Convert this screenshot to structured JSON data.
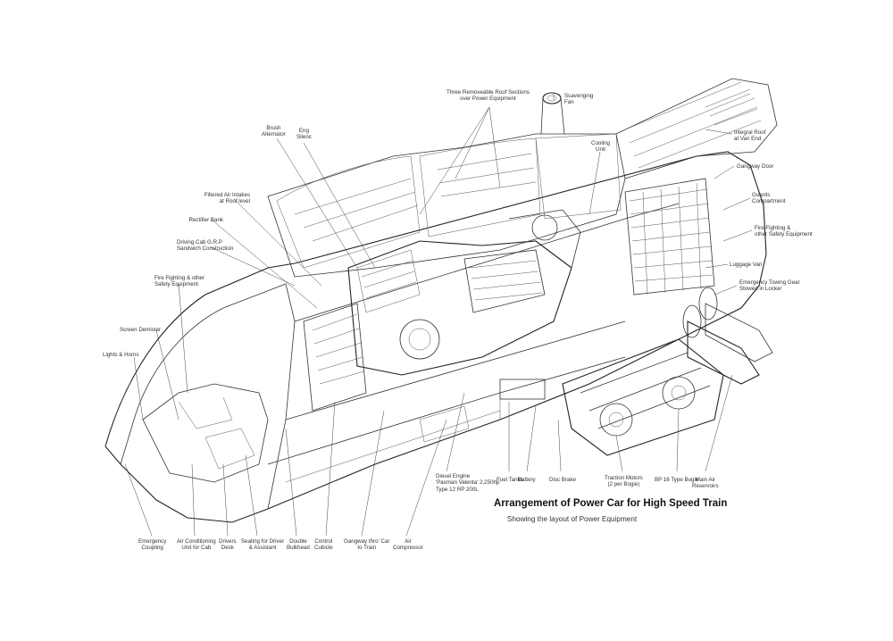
{
  "title": "Arrangement of Power Car for High Speed Train",
  "subtitle": "Showing the layout of Power Equipment",
  "labels": {
    "roof_sections": "Three Removeable Roof Sections\nover Power Equipment",
    "scavenging_fan": "Scavenging\nFan",
    "brush_alternator": "Brush\nAlternator",
    "eng_silenc": "Eng\nSilenc",
    "cooling_unit": "Cooling\nUnit",
    "integral_roof": "Integral Roof\nat Van End",
    "gangway_door": "Gangway Door",
    "guards_compartment": "Guards\nCompartment",
    "fire_fighting_right": "Fire Fighting &\nother Safety Equipment",
    "luggage_van": "Luggage Van",
    "towing_gear": "Emergency Towing Gear\nStowed in Locker",
    "filtered_air": "Filtered Air Intakes\nat Roof level",
    "rectifier_bank": "Rectifier Bank",
    "driving_cab": "Driving Cab G.R.P\nSandwich Construction",
    "fire_fighting_left": "Fire Fighting & other\nSafety Equipment",
    "screen_demister": "Screen Demister",
    "lights_horns": "Lights & Horns",
    "emergency_coupling": "Emergency\nCoupling",
    "air_conditioning": "Air Conditioning\nUnit for Cab",
    "drivers_desk": "Drivers\nDesk",
    "seating": "Seating for Driver\n& Assistant",
    "double_bulkhead": "Double\nBulkhead",
    "control_cubicle": "Control\nCubicle",
    "gangway_thro": "Gangway thro' Car\nto Train",
    "air_compressor": "Air\nCompressor",
    "diesel_engine": "Diesel Engine\n'Paxman Valenta' 2,250hp\nType 12 RP 200L",
    "fuel_tanks": "Fuel Tanks",
    "battery": "Battery",
    "disc_brake": "Disc Brake",
    "traction_motors": "Traction Motors\n(2 per Bogie)",
    "bp_bogie": "BP 16 Type Bogie",
    "main_air": "Main Air\nReservoirs"
  }
}
